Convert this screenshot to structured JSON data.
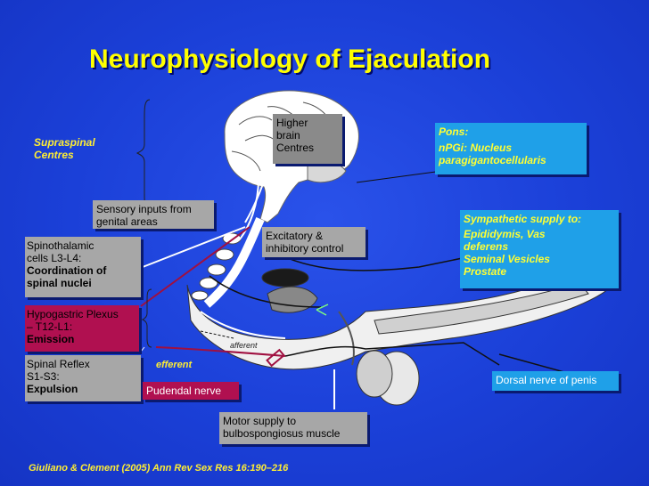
{
  "title": "Neurophysiology of Ejaculation",
  "supraspinal": [
    "Supraspinal",
    "Centres"
  ],
  "higher_brain": [
    "Higher",
    "brain",
    "Centres"
  ],
  "pons": [
    "Pons:",
    "nPGi: Nucleus",
    "paragigantocellularis"
  ],
  "sensory": [
    "Sensory inputs from",
    "genital areas"
  ],
  "excitatory": [
    "Excitatory &",
    "inhibitory control"
  ],
  "sympathetic": [
    "Sympathetic supply to:",
    "Epididymis, Vas",
    "deferens",
    "Seminal Vesicles",
    "Prostate"
  ],
  "spinothalamic": [
    "Spinothalamic",
    "cells L3-L4:",
    "Coordination of",
    "spinal nuclei"
  ],
  "hypogastric": [
    "Hypogastric Plexus",
    "– T12-L1:",
    "Emission"
  ],
  "spinal_reflex": [
    "Spinal Reflex",
    "S1-S3:",
    "Expulsion"
  ],
  "efferent": "efferent",
  "afferent": "afferent",
  "pudendal": "Pudendal nerve",
  "dorsal_nerve": "Dorsal nerve of penis",
  "motor_supply": [
    "Motor supply to",
    "bulbospongiosus muscle"
  ],
  "citation": "Giuliano & Clement (2005) Ann Rev Sex Res 16:190–216"
}
